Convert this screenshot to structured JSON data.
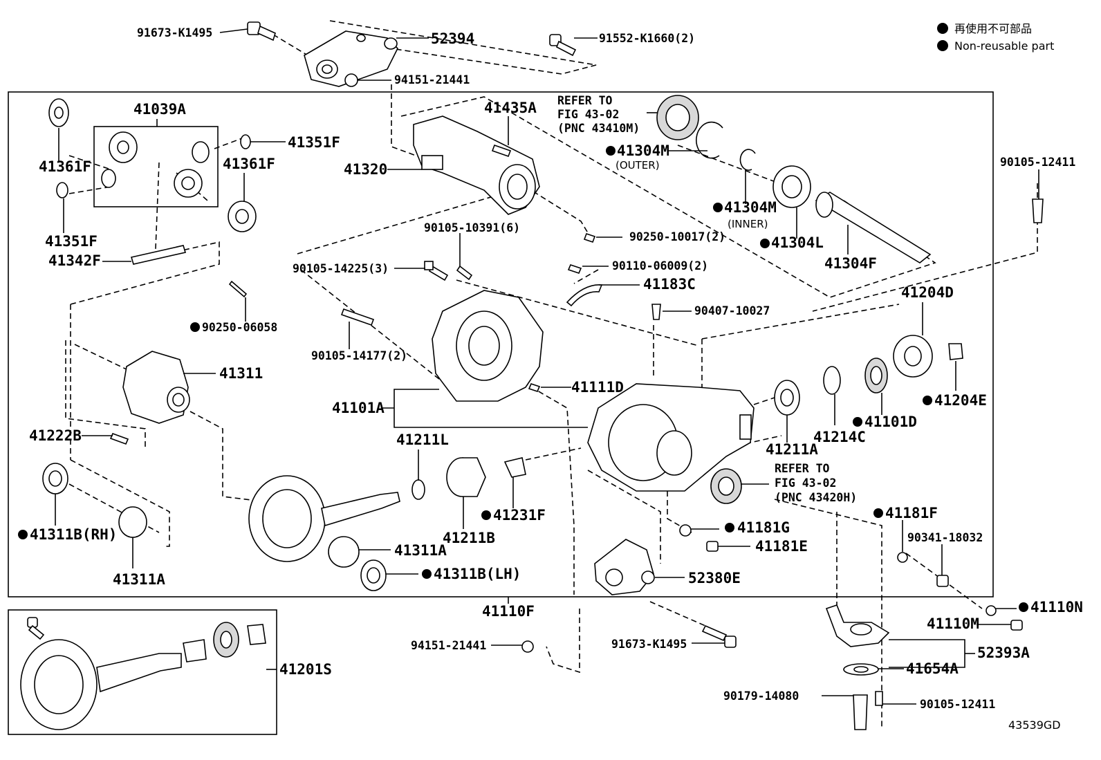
{
  "legend": {
    "jp": "再使用不可部品",
    "en": "Non-reusable part"
  },
  "diagram_code": "43539GD",
  "labels": {
    "p91673_K1495_top": "91673-K1495",
    "p52394": "52394",
    "p91552_K1660": "91552-K1660(2)",
    "p94151_21441_top": "94151-21441",
    "p41039A": "41039A",
    "p41435A": "41435A",
    "refer1_a": "REFER TO",
    "refer1_b": "FIG 43-02",
    "refer1_c": "(PNC 43410M)",
    "p41361F_left": "41361F",
    "p41351F_right": "41351F",
    "p41361F_right": "41361F",
    "p41320": "41320",
    "p41304M_outer": "41304M",
    "outer": "(OUTER)",
    "p90105_12411_right": "90105-12411",
    "p41304M_inner": "41304M",
    "inner": "(INNER)",
    "p41304L": "41304L",
    "p41351F_left": "41351F",
    "p90105_10391": "90105-10391(6)",
    "p90250_10017": "90250-10017(2)",
    "p41342F": "41342F",
    "p41304F": "41304F",
    "p90105_14225": "90105-14225(3)",
    "p90110_06009": "90110-06009(2)",
    "p41183C": "41183C",
    "p41204D": "41204D",
    "p90407_10027": "90407-10027",
    "p90250_06058": "90250-06058",
    "p90105_14177": "90105-14177(2)",
    "p41311": "41311",
    "p41111D": "41111D",
    "p41204E": "41204E",
    "p41101A": "41101A",
    "p41101D": "41101D",
    "p41211L": "41211L",
    "p41222B": "41222B",
    "p41211A": "41211A",
    "p41214C": "41214C",
    "refer2_a": "REFER TO",
    "refer2_b": "FIG 43-02",
    "refer2_c": "(PNC 43420H)",
    "p41231F": "41231F",
    "p41181F": "41181F",
    "p41211B": "41211B",
    "p41311B_RH": "41311B(RH)",
    "p41181G": "41181G",
    "p90341_18032": "90341-18032",
    "p41311A_mid": "41311A",
    "p41181E": "41181E",
    "p41311B_LH": "41311B(LH)",
    "p41311A_low": "41311A",
    "p52380E": "52380E",
    "p41110F": "41110F",
    "p41110N": "41110N",
    "p41110M": "41110M",
    "p94151_21441_low": "94151-21441",
    "p91673_K1495_low": "91673-K1495",
    "p52393A": "52393A",
    "p41201S": "41201S",
    "p41654A": "41654A",
    "p90179_14080": "90179-14080",
    "p90105_12411_low": "90105-12411"
  }
}
